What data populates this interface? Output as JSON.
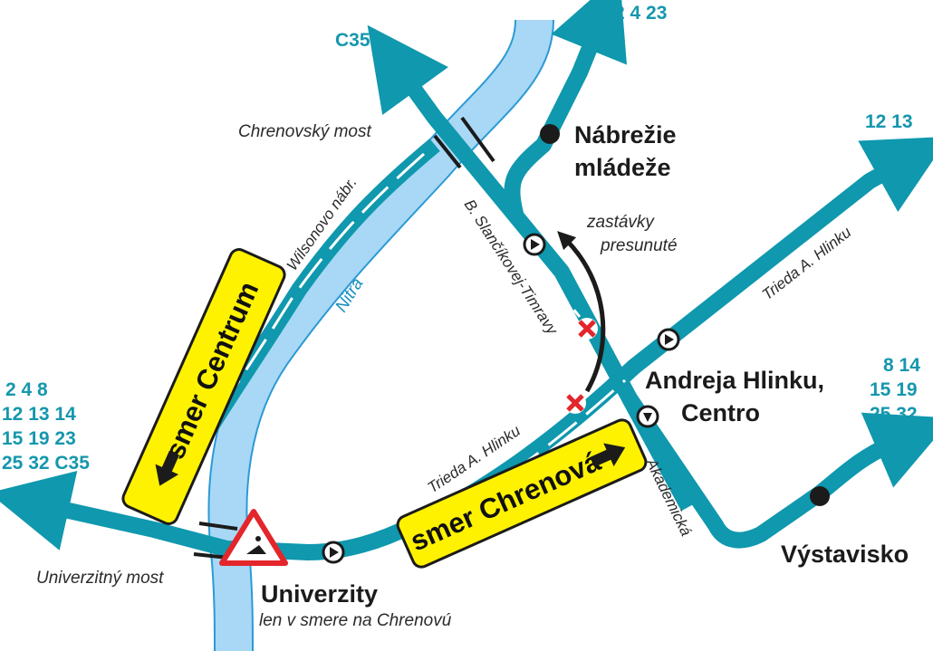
{
  "colors": {
    "route": "#0f98ae",
    "river": "#a8d8f5",
    "river_edge": "#2c9ad6",
    "sign_yellow": "#fff200",
    "closed_stop": "#e3262c",
    "stop_dot": "#1b1b1b"
  },
  "routes": {
    "top_left": "C35",
    "top_right": "2 4 23",
    "right_upper": "12 13",
    "right_lower": [
      "8 14",
      "15 19",
      "25 32"
    ],
    "left": [
      "2 4 8",
      "12 13 14",
      "15 19 23",
      "25 32 C35"
    ]
  },
  "stops": {
    "nabrezie_1": "Nábrežie",
    "nabrezie_2": "mládeže",
    "hlinku_1": "Andreja Hlinku,",
    "hlinku_2": "Centro",
    "vystavisko": "Výstavisko",
    "univerzity": "Univerzity",
    "univerzity_note": "len v smere na Chrenovú"
  },
  "places": {
    "chrenovsky_most": "Chrenovský most",
    "univerzitny_most": "Univerzitný most",
    "river": "Nitra"
  },
  "streets": {
    "wilsonovo": "Wilsonovo nábr.",
    "slancikovej": "B. Slančíkovej-Timravy",
    "hlinku_upper": "Trieda A. Hlinku",
    "hlinku_lower": "Trieda A. Hlinku",
    "akademicka": "Akademická"
  },
  "notice": {
    "line1": "zastávky",
    "line2": "presunuté"
  },
  "signs": {
    "centrum": "smer Centrum",
    "chrenova": "smer Chrenová"
  },
  "icons": [
    "roadworks-icon",
    "closed-stop-icon",
    "stop-direction-icon",
    "arrow-icon"
  ]
}
